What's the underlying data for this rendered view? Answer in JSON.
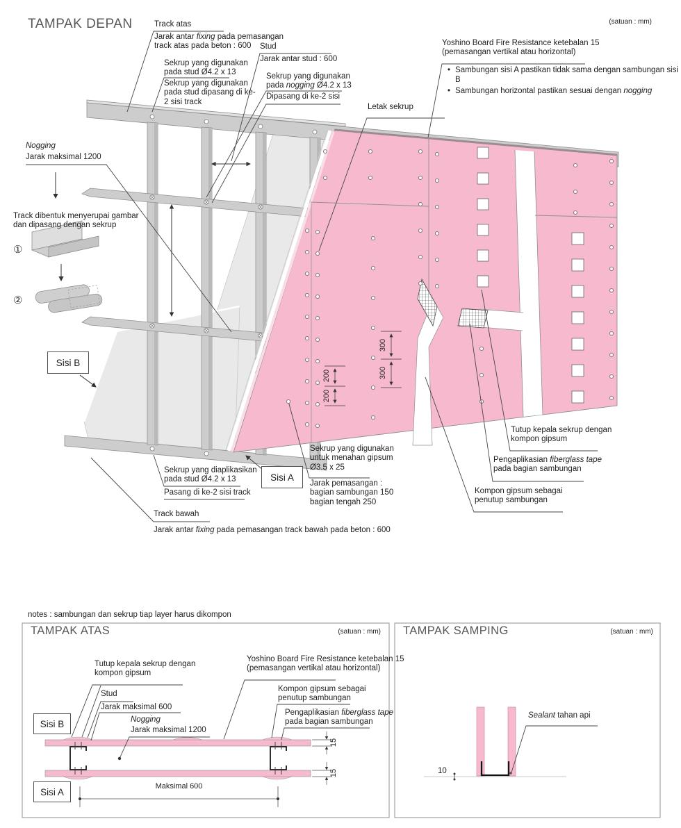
{
  "page": {
    "notes": "notes : sambungan dan sekrup tiap layer harus dikompon",
    "colors": {
      "board_pink": "#f6b9ce",
      "frame_gray": "#cfcfcf",
      "leader_line": "#454545"
    }
  },
  "front": {
    "title": "TAMPAK DEPAN",
    "unit": "(satuan : mm)",
    "track_atas": "Track atas",
    "track_atas_note": [
      {
        "t": "Jarak antar "
      },
      {
        "t": "fixing",
        "i": 1
      },
      {
        "t": " pada pemasangan track atas pada beton : 600"
      }
    ],
    "sekrup_stud_1": "Sekrup yang digunakan pada stud Ø4.2 x 13",
    "sekrup_stud_2": "Sekrup yang digunakan pada stud dipasang di ke-2 sisi track",
    "stud": "Stud",
    "stud_note": "Jarak antar stud : 600",
    "sekrup_nogging": [
      {
        "t": "Sekrup yang digunakan pada "
      },
      {
        "t": "nogging",
        "i": 1
      },
      {
        "t": " Ø4.2 x 13"
      }
    ],
    "dipasang": "Dipasang di ke-2 sisi",
    "letak_sekrup": "Letak sekrup",
    "yoshino_1": "Yoshino Board Fire Resistance ketebalan 15",
    "yoshino_2": "(pemasangan vertikal atau horizontal)",
    "bullet_glyph": "•",
    "bullet_1": "Sambungan sisi A pastikan tidak sama dengan sambungan sisi B",
    "bullet_2": [
      {
        "t": "Sambungan horizontal pastikan sesuai dengan "
      },
      {
        "t": "nogging",
        "i": 1
      }
    ],
    "nogging": "Nogging",
    "nogging_note": "Jarak maksimal 1200",
    "track_dibentuk": "Track dibentuk menyerupai gambar dan dipasang dengan sekrup",
    "step_1": "①",
    "step_2": "②",
    "sisi_b": "Sisi B",
    "sisi_a": "Sisi A",
    "sekrup_diaplikasikan": "Sekrup yang diaplikasikan pada stud Ø4.2 x 13",
    "pasang": "Pasang di ke-2 sisi track",
    "sekrup_gipsum": "Sekrup yang digunakan untuk menahan gipsum Ø3.5 x 25",
    "jarak_pemasangan": "Jarak pemasangan : bagian sambungan 150 bagian tengah 250",
    "track_bawah": "Track bawah",
    "track_bawah_note": [
      {
        "t": "Jarak antar "
      },
      {
        "t": "fixing",
        "i": 1
      },
      {
        "t": " pada pemasangan track bawah pada beton : 600"
      }
    ],
    "tutup_kepala": "Tutup kepala sekrup dengan kompon gipsum",
    "fiberglass": [
      {
        "t": "Pengaplikasian "
      },
      {
        "t": "fiberglass tape",
        "i": 1
      },
      {
        "t": " pada bagian sambungan"
      }
    ],
    "kompon": "Kompon gipsum sebagai penutup sambungan",
    "dim_300": "300",
    "dim_200": "200"
  },
  "top": {
    "title": "TAMPAK ATAS",
    "unit": "(satuan : mm)",
    "tutup_kepala": "Tutup kepala sekrup dengan kompon gipsum",
    "stud": "Stud",
    "stud_note": "Jarak maksimal 600",
    "nogging": "Nogging",
    "nogging_note": "Jarak maksimal 1200",
    "yoshino_1": "Yoshino Board Fire Resistance ketebalan 15",
    "yoshino_2": "(pemasangan vertikal atau horizontal)",
    "kompon": "Kompon gipsum sebagai penutup sambungan",
    "fiberglass": [
      {
        "t": "Pengaplikasian "
      },
      {
        "t": "fiberglass tape",
        "i": 1
      },
      {
        "t": " pada bagian sambungan"
      }
    ],
    "sisi_b": "Sisi B",
    "sisi_a": "Sisi A",
    "dim_15": "15",
    "dim_max600": "Maksimal 600"
  },
  "side": {
    "title": "TAMPAK SAMPING",
    "unit": "(satuan : mm)",
    "sealant": [
      {
        "t": "Sealant",
        "i": 1
      },
      {
        "t": " tahan api"
      }
    ],
    "dim_10": "10"
  }
}
